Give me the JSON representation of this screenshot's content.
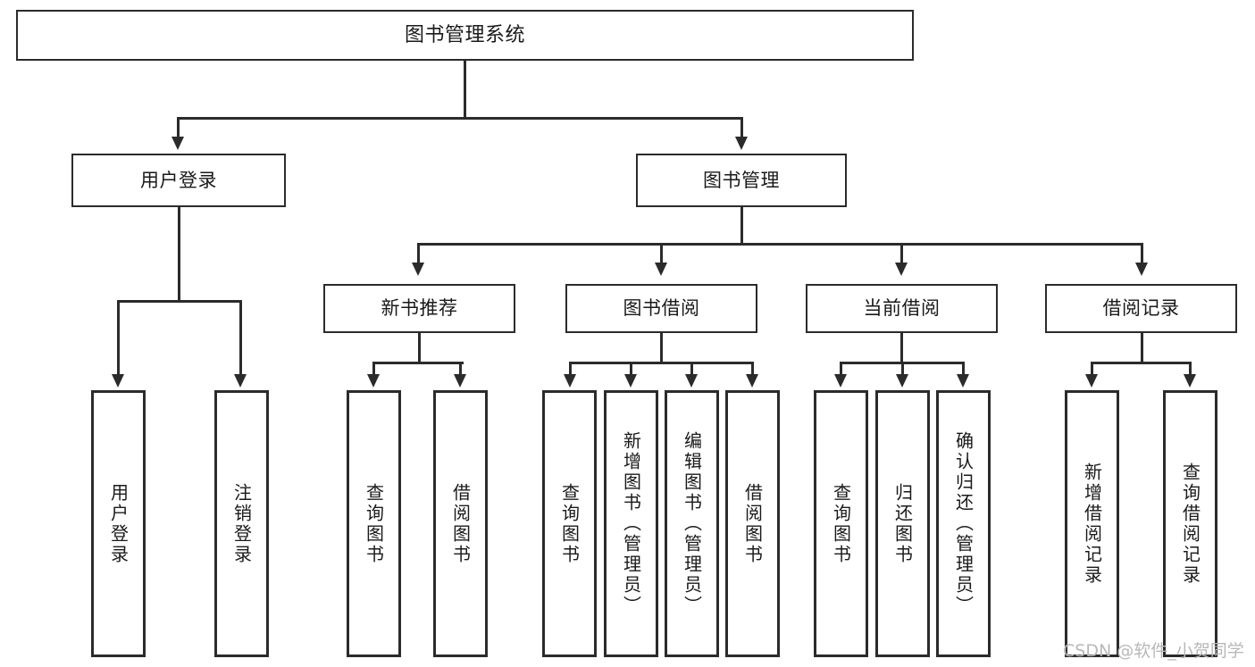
{
  "diagram": {
    "type": "hierarchy-tree",
    "title": "图书管理系统",
    "background_color": "#ffffff",
    "line_color": "#2b2b2b",
    "text_color": "#1a1a1a",
    "levels": 4
  },
  "nodes": {
    "root": {
      "label": "图书管理系统"
    },
    "level2": [
      {
        "label": "用户登录"
      },
      {
        "label": "图书管理"
      }
    ],
    "level3": [
      {
        "label": "新书推荐"
      },
      {
        "label": "图书借阅"
      },
      {
        "label": "当前借阅"
      },
      {
        "label": "借阅记录"
      }
    ],
    "leaves": {
      "user_login": [
        {
          "label": "用户登录"
        },
        {
          "label": "注销登录"
        }
      ],
      "new_book_recommend": [
        {
          "label": "查询图书"
        },
        {
          "label": "借阅图书"
        }
      ],
      "book_borrow": [
        {
          "label": "查询图书"
        },
        {
          "label": "新增图书（管理员）"
        },
        {
          "label": "编辑图书（管理员）"
        },
        {
          "label": "借阅图书"
        }
      ],
      "current_borrow": [
        {
          "label": "查询图书"
        },
        {
          "label": "归还图书"
        },
        {
          "label": "确认归还（管理员）"
        }
      ],
      "borrow_record": [
        {
          "label": "新增借阅记录"
        },
        {
          "label": "查询借阅记录"
        }
      ]
    }
  },
  "watermark": {
    "text": "CSDN @软件_小贺同学",
    "color": "#b8b8b8"
  }
}
